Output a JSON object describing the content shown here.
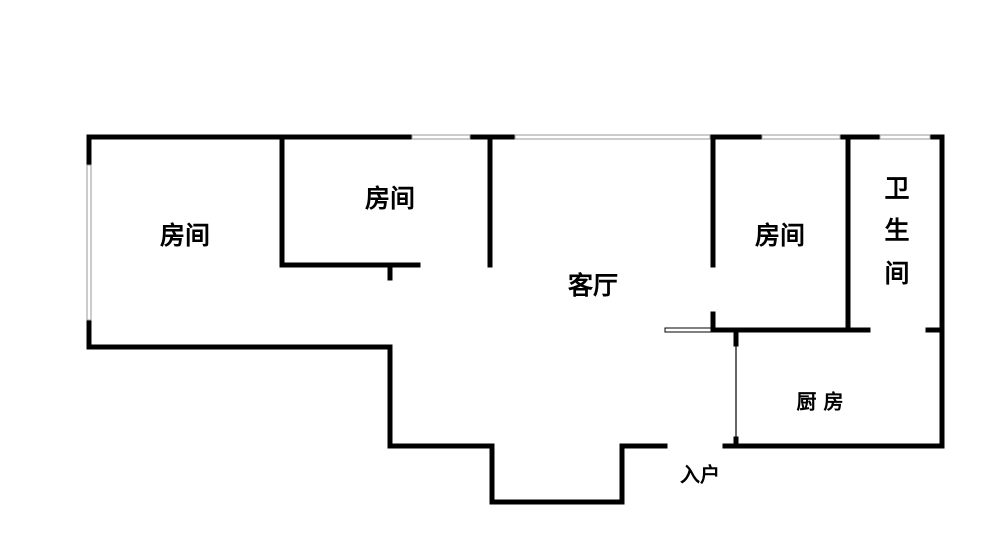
{
  "rooms": {
    "bedroom_left": "房间",
    "bedroom_middle": "房间",
    "living_room": "客厅",
    "bedroom_right": "房间",
    "bathroom": [
      "卫",
      "生",
      "间"
    ],
    "kitchen": "厨 房",
    "entrance": "入户"
  },
  "colors": {
    "wall": "#000000",
    "window": "#999999",
    "background": "#ffffff"
  }
}
